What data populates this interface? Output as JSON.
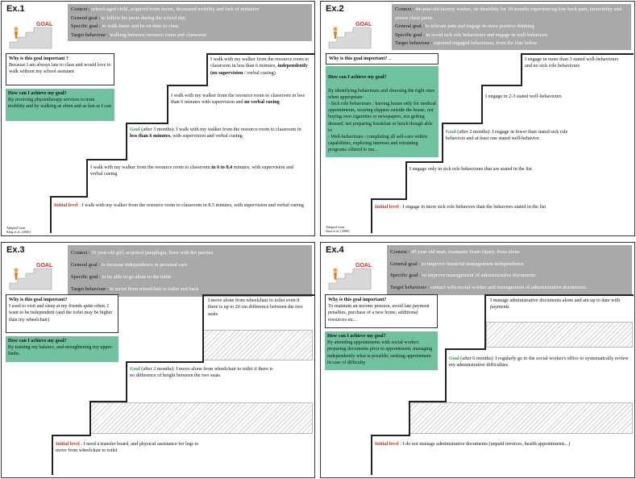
{
  "logo_text": "GOAL",
  "ex1": {
    "title": "Ex.1",
    "context_label": "Context :",
    "context": "school-aged child, acquired brain lesion, decreased mobility and lack of initiative",
    "general_label": "General goal :",
    "general": "to follow his peers during the school day",
    "specific_label": "Specific goal :",
    "specific": "to walk faster and be on time in class",
    "target_label": "Target behaviour :",
    "target": "walking between resource room and classroom",
    "why_heading": "Why is this goal important ?",
    "why_text": "Because I am always late to class and would love to walk without my school assistant",
    "how_heading": "How can I achieve my goal?",
    "how_text": "By receiving physiotherapy services to train mobility and by walking as often and as fast as I can",
    "step_top_a": "I walk with my walker from the resource room to classroom in less than 6 minutes, ",
    "step_top_b": "independently (no supervision",
    "step_top_c": " / verbal cueing)",
    "step_mid_a": "I walk with my walker from the resource room to classroom in less than 6 minutes with supervision and ",
    "step_mid_b": "no verbal cueing",
    "goal_label": "Goal",
    "goal_a": " (after 3 months): I walk with my walker from the resource room to classroom in ",
    "goal_b": "less than 6 minutes,",
    "goal_c": " with supervision and verbal cueing",
    "step_low_a": "I walk with my walker from the resource room to classroom ",
    "step_low_b": "in 6 to 8.4",
    "step_low_c": " minutes, with supervision and verbal cueing",
    "initial_label": "Initial level",
    "initial_text": " : I walk with my walker from the resource room to classroom in 8.5 minutes, with supervision and verbal cueing",
    "source_a": "Adapted from",
    "source_b": "King et al. (2000)"
  },
  "ex2": {
    "title": "Ex.2",
    "context_label": "Context :",
    "context": "44-year-old factory worker, on disability for 18 months experiencing low back pain, immobility and severe chest pains.",
    "general_label": "General goal :",
    "general": "to tolerate pain and engage in more positive thinking",
    "specific_label": "Specific goal :",
    "specific": "to avoid sick role behaviours and engage in well-behaviors",
    "target_label": "Target behaviour :",
    "target": "reported engaged behaviours, from the lists below",
    "why_heading": "Why is this goal important?",
    "why_text": " ...",
    "how_heading": "How can I achieve my goal?",
    "how_text": "By identifying behaviours and choosing the right ones when appropriate:\n- Sick role behaviours : leaving house only for medical appointments, wearing slippers outside the house, not buying own cigarettes or newspapers, not getting dressed, not preparing breakfast or lunch though able to\n- Well-behaviours : completing all self-care within capabilities, exploring interests and retraining programs offered to me...",
    "step_top": "I engage in more than 3 stated well-behaviours and no sick role behaviours",
    "step_mid": "I engage in 2-3 stated well-behaviours",
    "goal_label": "Goal",
    "goal_text": " (after 2 months): I engage in fewer than stated sick role behaviors and at least one stated well-behavior",
    "step_low": "I engage only in sick role behaviours that are stated in the list",
    "initial_label": "Initial level",
    "initial_text": " : I engage in more sick role behaviors than the behaviors stated in the list",
    "source_a": "Adapted from",
    "source_b": "Zaza et al. [2000]"
  },
  "ex3": {
    "title": "Ex.3",
    "context_label": "Context :",
    "context": "16 year-old girl, acquired paraplegia, lives with her parents",
    "general_label": "General goal :",
    "general": "to increase independence in personal care",
    "specific_label": "Specific goal :",
    "specific": "to be able to go alone to the toilet",
    "target_label": "Target behaviour :",
    "target": "to move from wheelchair to toilet and back",
    "why_heading": "Why is this goal important?",
    "why_text": "I used to visit and sleep at my friends quite often. I want to be independent (and the toilet may be higher than my wheelchair)",
    "how_heading": "How can I achieve my goal?",
    "how_text": "By training my balance, and strenghtening my upper-limbs.",
    "step_top": "I move alone from wheelchair to toilet even if there is up to 20 cm difference between the two seats",
    "goal_label": "Goal",
    "goal_text": " (after 2 months): I move alone from wheelchair to toilet if there is no difference of height between the two seats",
    "initial_label": "Initial level",
    "initial_text": " : I need a transfer board, and physical assistance for legs to move from wheelchair to toilet"
  },
  "ex4": {
    "title": "Ex.4",
    "context_label": "Context :",
    "context": "45 year old man, traumatic brain injury, lives alone",
    "general_label": "General goal :",
    "general": "to improve financial management independence",
    "specific_label": "Specific goal :",
    "specific": "to improve management of administrative documents",
    "target_label": "Target behaviour :",
    "target": "contact with social worker and management of administrative documents",
    "why_heading": "Why is this goal important?",
    "why_text": "To maintain an income pension, avoid late payment penalties, purchase of a new home, additional resources etc...",
    "how_heading": "How can I achieve my goal?",
    "how_text": "By attending appointments with social worker; preparing documents prior to appointment; managing independently what is possible; seeking appointment in case of difficulty",
    "step_top": "I manage administrative documents alone and am up to date with payments",
    "goal_label": "Goal",
    "goal_text": " (after 6 months): I regularly go to the social worker's office to systematically review my administrative difficulties",
    "initial_label": "Initial level",
    "initial_text": " : I do not manage administrative documents (unpaid invoices, health appointments...)"
  }
}
